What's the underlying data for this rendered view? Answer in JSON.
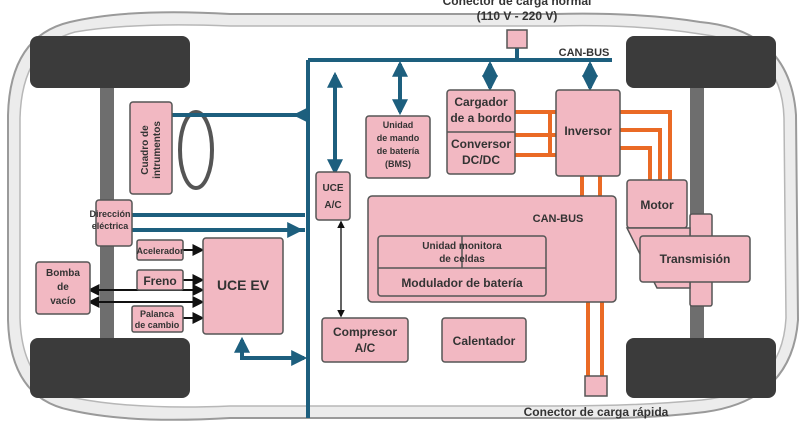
{
  "labels": {
    "conector_normal_1": "Conector de carga normal",
    "conector_normal_2": "(110 V - 220 V)",
    "canbus_top": "CAN-BUS",
    "canbus_mid": "CAN-BUS",
    "conector_rapida": "Conector de carga rápida"
  },
  "boxes": {
    "cuadro_1": "Cuadro de",
    "cuadro_2": "intrumentos",
    "bms_1": "Unidad",
    "bms_2": "de mando",
    "bms_3": "de batería",
    "bms_4": "(BMS)",
    "cargador_1": "Cargador",
    "cargador_2": "de a bordo",
    "conversor_1": "Conversor",
    "conversor_2": "DC/DC",
    "inversor": "Inversor",
    "motor": "Motor",
    "transmision": "Transmisión",
    "uce_ac_1": "UCE",
    "uce_ac_2": "A/C",
    "direccion_1": "Dirección",
    "direccion_2": "eléctrica",
    "acelerador": "Acelerador",
    "freno": "Freno",
    "palanca_1": "Palanca",
    "palanca_2": "de cambio",
    "uce_ev": "UCE EV",
    "bomba_1": "Bomba",
    "bomba_2": "de",
    "bomba_3": "vacío",
    "monitora_1": "Unidad monitora",
    "monitora_2": "de celdas",
    "modulador": "Modulador de batería",
    "compresor_1": "Compresor",
    "compresor_2": "A/C",
    "calentador": "Calentador"
  },
  "colors": {
    "box_fill": "#f2b8c2",
    "can_bus": "#1d5f7e",
    "power": "#ea6a25",
    "wheel": "#3b3b3b"
  }
}
